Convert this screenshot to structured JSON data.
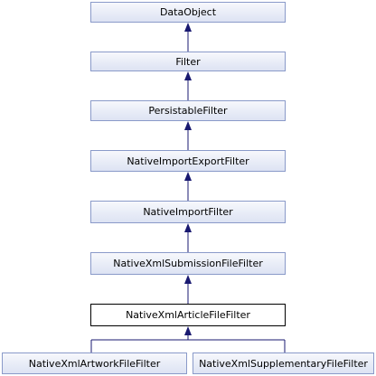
{
  "diagram": {
    "type": "class-inheritance",
    "edge_color": "#191970",
    "current_class": "NativeXmlArticleFileFilter",
    "classes": [
      "DataObject",
      "Filter",
      "PersistableFilter",
      "NativeImportExportFilter",
      "NativeImportFilter",
      "NativeXmlSubmissionFileFilter",
      "NativeXmlArticleFileFilter",
      "NativeXmlArtworkFileFilter",
      "NativeXmlSupplementaryFileFilter"
    ],
    "inheritance": [
      {
        "child": "Filter",
        "parent": "DataObject"
      },
      {
        "child": "PersistableFilter",
        "parent": "Filter"
      },
      {
        "child": "NativeImportExportFilter",
        "parent": "PersistableFilter"
      },
      {
        "child": "NativeImportFilter",
        "parent": "NativeImportExportFilter"
      },
      {
        "child": "NativeXmlSubmissionFileFilter",
        "parent": "NativeImportFilter"
      },
      {
        "child": "NativeXmlArticleFileFilter",
        "parent": "NativeXmlSubmissionFileFilter"
      },
      {
        "child": "NativeXmlArtworkFileFilter",
        "parent": "NativeXmlArticleFileFilter"
      },
      {
        "child": "NativeXmlSupplementaryFileFilter",
        "parent": "NativeXmlArticleFileFilter"
      }
    ]
  }
}
